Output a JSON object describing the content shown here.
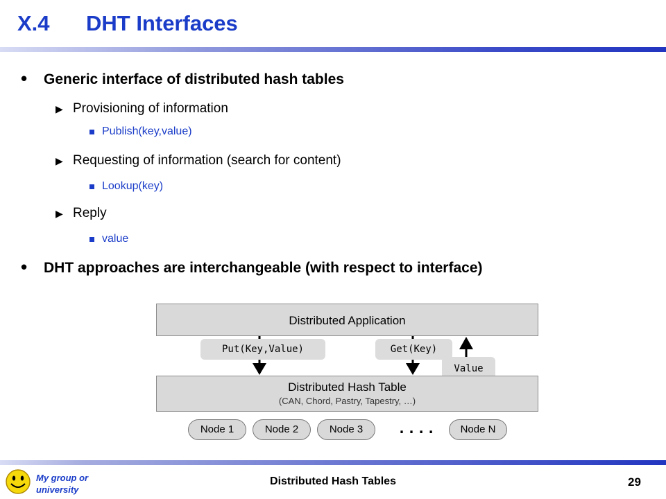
{
  "slide": {
    "number": "X.4",
    "title": "DHT Interfaces",
    "bullets": {
      "b1": "Generic interface of distributed hash tables",
      "b1a": "Provisioning of information",
      "b1a1": "Publish(key,value)",
      "b1b": "Requesting of information (search for content)",
      "b1b1": "Lookup(key)",
      "b1c": "Reply",
      "b1c1": "value",
      "b2": "DHT approaches are interchangeable (with respect to interface)"
    }
  },
  "diagram": {
    "app_label": "Distributed Application",
    "put_label": "Put(Key,Value)",
    "get_label": "Get(Key)",
    "value_label": "Value",
    "dht_title": "Distributed Hash Table",
    "dht_subtitle": "(CAN, Chord, Pastry, Tapestry, …)",
    "nodes": [
      "Node 1",
      "Node 2",
      "Node 3",
      "Node N"
    ],
    "ellipsis": "...."
  },
  "footer": {
    "org": "My group or university",
    "center": "Distributed Hash Tables",
    "page": "29"
  },
  "colors": {
    "accent": "#1a3cc8",
    "box_fill": "#d9d9d9"
  },
  "icons": {
    "logo": "smiley-face-logo"
  }
}
